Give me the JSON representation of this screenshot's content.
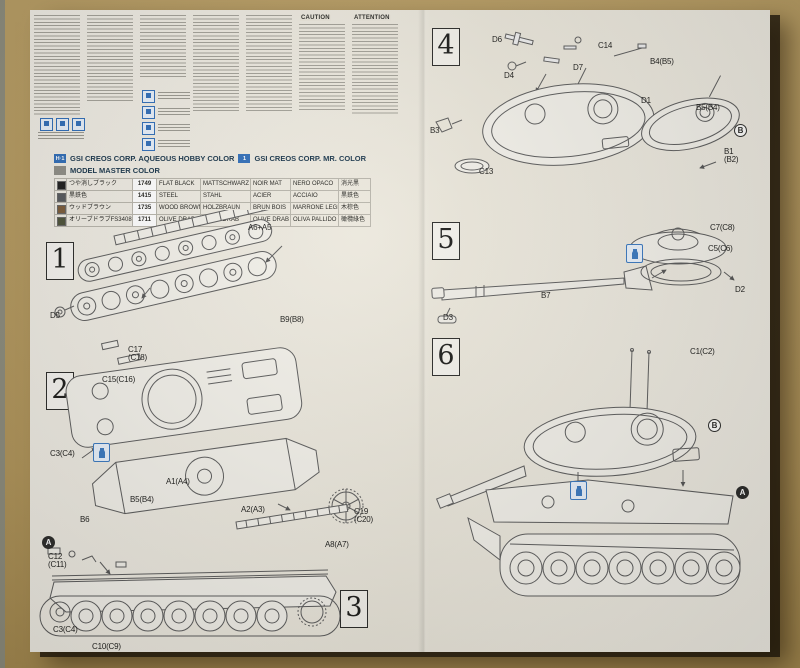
{
  "sheet": {
    "kind": "plastic model kit assembly instructions",
    "pages": "2-page spread"
  },
  "legend": {
    "caution": "CAUTION",
    "attention": "ATTENTION"
  },
  "color_chart": {
    "tag1": "H·1",
    "title1": "GSI CREOS CORP. AQUEOUS HOBBY COLOR",
    "tag2": "1",
    "title2": "GSI CREOS CORP. MR. COLOR",
    "title3": "MODEL MASTER COLOR",
    "rows": [
      {
        "swatch": "#1c1c1c",
        "jp": "つや消しブラック",
        "num": "1749",
        "en": "FLAT BLACK",
        "de": "MATTSCHWARZ",
        "fr": "NOIR MAT",
        "it": "NERO OPACO",
        "cn": "消光黑"
      },
      {
        "swatch": "#55585c",
        "jp": "黒鉄色",
        "num": "1415",
        "en": "STEEL",
        "de": "STAHL",
        "fr": "ACIER",
        "it": "ACCIAIO",
        "cn": "黒鉄色"
      },
      {
        "swatch": "#7a5a38",
        "jp": "ウッドブラウン",
        "num": "1735",
        "en": "WOOD BROWN",
        "de": "HOLZBRAUN",
        "fr": "BRUN BOIS",
        "it": "MARRONE LEGNO",
        "cn": "木棕色"
      },
      {
        "swatch": "#4c5138",
        "jp": "オリーブドラブFS34087",
        "num": "1711",
        "en": "OLIVE DRAB",
        "de": "OLIVE DRAB",
        "fr": "OLIVE DRAB",
        "it": "OLIVA PALLIDO",
        "cn": "橄欖綠色"
      }
    ]
  },
  "steps": {
    "1": "1",
    "2": "2",
    "3": "3",
    "4": "4",
    "5": "5",
    "6": "6"
  },
  "callouts": {
    "a": "A",
    "b": "B"
  },
  "labels_left": [
    "A6+A5",
    "B9(B8)",
    "D5",
    "C17\n(C18)",
    "C15(C16)",
    "C3(C4)",
    "A1(A4)",
    "B5(B4)",
    "B6",
    "A2(A3)",
    "C19\n(C20)",
    "A8(A7)",
    "C12\n(C11)",
    "C3(C4)",
    "C10(C9)"
  ],
  "labels_right": [
    "D6",
    "C14",
    "D7",
    "B4(B5)",
    "D4",
    "D1",
    "B3",
    "B5(B4)",
    "B1\n(B2)",
    "C13",
    "C7(C8)",
    "C5(C6)",
    "B7",
    "D2",
    "D3",
    "C1(C2)"
  ],
  "accents": {
    "blue": "#2f6db8",
    "ink": "#1d1d1b"
  }
}
